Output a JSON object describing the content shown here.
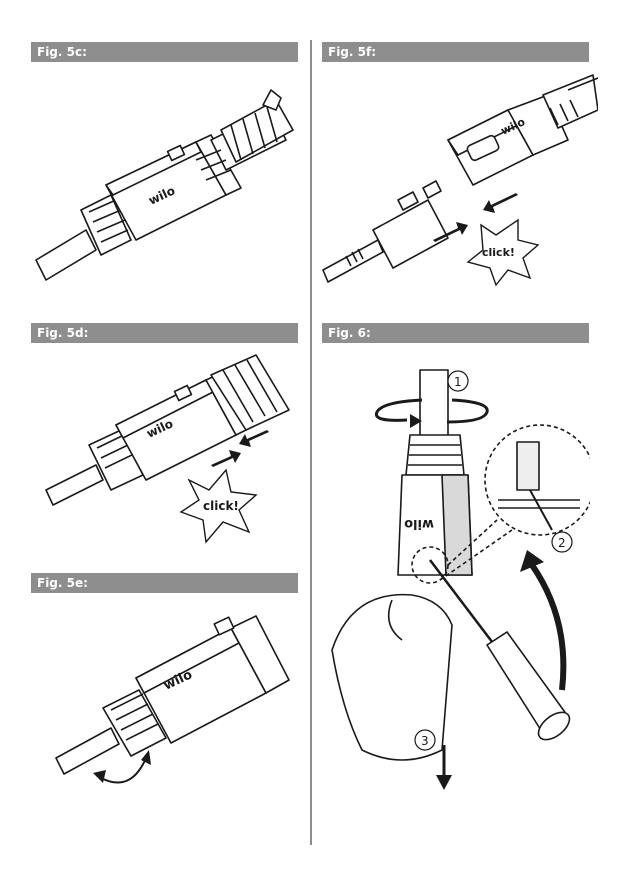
{
  "figures": {
    "fig5c": {
      "title": "Fig. 5c:",
      "brand": "wilo"
    },
    "fig5d": {
      "title": "Fig. 5d:",
      "brand": "wilo",
      "click": "click!"
    },
    "fig5e": {
      "title": "Fig. 5e:",
      "brand": "wilo"
    },
    "fig5f": {
      "title": "Fig. 5f:",
      "brand": "wilo",
      "click": "click!"
    },
    "fig6": {
      "title": "Fig. 6:",
      "brand": "wilo",
      "steps": [
        "1",
        "2",
        "3"
      ]
    }
  },
  "colors": {
    "header_bg": "#8e8e8e",
    "header_text": "#ffffff",
    "line": "#1a1a1a"
  }
}
